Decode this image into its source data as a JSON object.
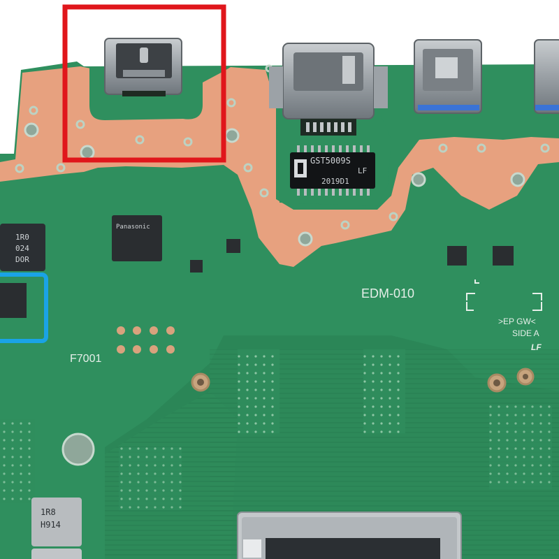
{
  "photo": {
    "colors": {
      "board_green": "#2f8f5e",
      "board_dark": "#257a4e",
      "copper_mask": "#e7a17f",
      "highlight_red": "#e0161b",
      "highlight_blue": "#1aa3e6"
    },
    "silkscreen": {
      "board_code": "EDM-010",
      "ref_label": "F7001",
      "marker_line1": ">EP GW<",
      "marker_line2": "SIDE A",
      "marker_logo": "LF"
    },
    "chips": {
      "bridge_line1": "GST5009S",
      "bridge_line2": "LF",
      "bridge_line3": "2019D1",
      "panasonic": "Panasonic",
      "inductor_top_line1": "1R0",
      "inductor_top_line2": "024",
      "inductor_top_line3": "DOR",
      "inductor_bottom_line1": "1R8",
      "inductor_bottom_line2": "H914"
    },
    "watermark": "",
    "icons": {
      "red_box": "highlight-box-icon",
      "blue_box": "highlight-box-icon"
    }
  }
}
